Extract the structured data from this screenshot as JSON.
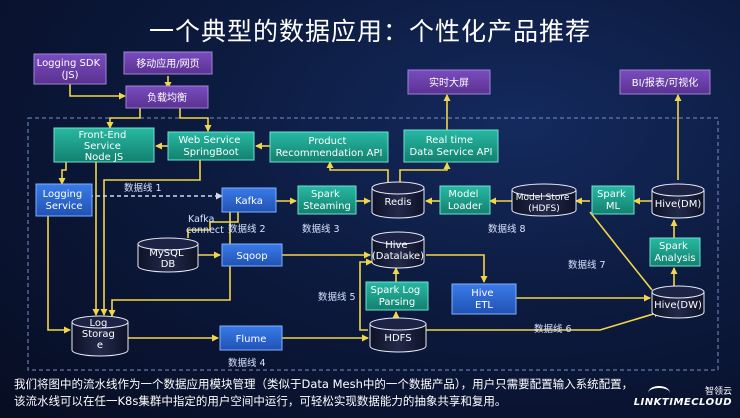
{
  "title": "一个典型的数据应用：个性化产品推荐",
  "nodes": {
    "logging_sdk": "Logging SDK\n(JS)",
    "mobile_web": "移动应用/网页",
    "load_balancer": "负载均衡",
    "realtime_screen": "实时大屏",
    "bi_report": "BI/报表/可视化",
    "frontend": "Front-End\nService\nNode JS",
    "webservice": "Web Service\nSpringBoot",
    "product_api": "Product\nRecommendation API",
    "realtime_api": "Real time\nData Service API",
    "logging_service": "Logging\nService",
    "kafka": "Kafka",
    "spark_streaming": "Spark\nSteaming",
    "redis": "Redis",
    "model_loader": "Model\nLoader",
    "model_store": "Model Store\n(HDFS)",
    "spark_ml": "Spark\nML",
    "hive_dm": "Hive(DM)",
    "mysql": "MySQL\nDB",
    "sqoop": "Sqoop",
    "hive_datalake": "Hive\n(Datalake)",
    "spark_analysis": "Spark\nAnalysis",
    "spark_log": "Spark Log\nParsing",
    "hive_etl": "Hive\nETL",
    "hive_dw": "Hive(DW)",
    "log_storage": "Log\nStorag\ne",
    "flume": "Flume",
    "hdfs": "HDFS"
  },
  "labels": {
    "pipeline1": "数据线 1",
    "pipeline2": "数据线 2",
    "pipeline3": "数据线 3",
    "pipeline4": "数据线 4",
    "pipeline5": "数据线 5",
    "pipeline6": "数据线 6",
    "pipeline7": "数据线 7",
    "pipeline8": "数据线 8",
    "kafka_connect": "Kafka\nconnect"
  },
  "caption": "我们将图中的流水线作为一个数据应用模块管理（类似于Data Mesh中的一个数据产品），用户只需要配置输入系统配置，该流水线可以在任一K8s集群中指定的用户空间中运行，可轻松实现数据能力的抽象共享和复用。",
  "logo": {
    "cn": "智领云",
    "en": "LINKTIMECLOUD"
  },
  "colors": {
    "purple_box": "#6a3fa8",
    "teal_box": "#1fa08e",
    "blue_box": "#2d6bd6",
    "arrow": "#f1d64a"
  }
}
